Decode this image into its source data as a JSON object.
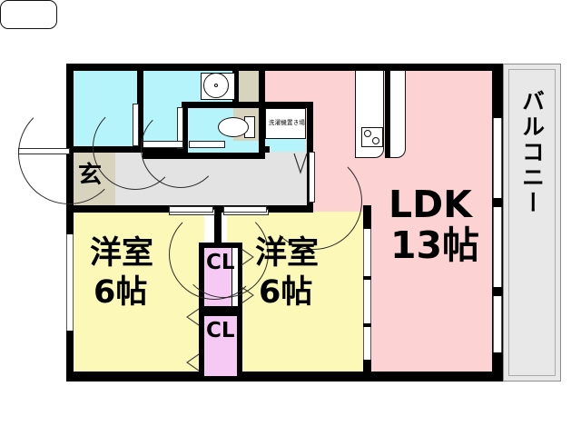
{
  "plan": {
    "type": "japanese-floor-plan",
    "layout_code": "2LDK",
    "rooms": [
      {
        "id": "ldk",
        "label_line1": "LDK",
        "label_line2": "13帖",
        "size_jo": 13,
        "fill": "#fcd2d2"
      },
      {
        "id": "washitsu_l",
        "label_line1": "洋室",
        "label_line2": "6帖",
        "size_jo": 6,
        "fill": "#fcf9b8"
      },
      {
        "id": "washitsu_r",
        "label_line1": "洋室",
        "label_line2": "6帖",
        "size_jo": 6,
        "fill": "#fcf9b8"
      },
      {
        "id": "balcony",
        "label_line1": "バルコニー",
        "label_line2": "",
        "fill": "#e8e8e8"
      },
      {
        "id": "genkan",
        "label_line1": "玄",
        "label_line2": "",
        "fill": "#d8d3bd"
      }
    ],
    "labels": {
      "ldk": "LDK",
      "ldk_size": "13帖",
      "room_left": "洋室",
      "room_left_size": "6帖",
      "room_right": "洋室",
      "room_right_size": "6帖",
      "balcony": "バルコニー",
      "genkan": "玄",
      "closet_upper": "CL",
      "closet_lower": "CL",
      "washer_place": "洗濯機置き場"
    },
    "colors": {
      "ldk": "#fcd2d2",
      "room": "#fcf9b8",
      "wet_area": "#b6f4fb",
      "hallway": "#e3e3e3",
      "genkan": "#d8d3bd",
      "closet": "#f6c9f4",
      "balcony": "#e8e8e8",
      "wall": "#000000",
      "background": "#ffffff"
    },
    "fixtures": [
      {
        "id": "bathtub",
        "name": "bathtub-fixture",
        "room": "bathroom"
      },
      {
        "id": "washbasin",
        "name": "washbasin-fixture",
        "room": "vanity"
      },
      {
        "id": "toilet",
        "name": "toilet-fixture",
        "room": "toilet"
      },
      {
        "id": "washer",
        "name": "washer-space-fixture",
        "room": "hallway"
      },
      {
        "id": "kitchen_sink",
        "name": "kitchen-counter-fixture",
        "room": "ldk"
      },
      {
        "id": "stove",
        "name": "stove-fixture",
        "room": "ldk",
        "burners": 2
      },
      {
        "id": "fridge_space",
        "name": "refrigerator-space",
        "room": "ldk"
      }
    ]
  }
}
